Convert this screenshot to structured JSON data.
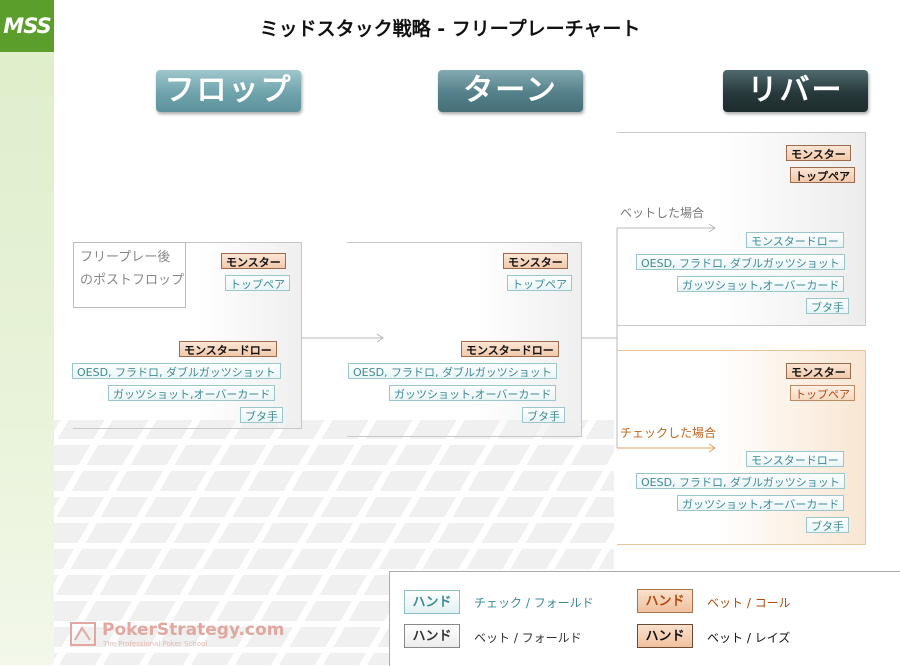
{
  "logo": "MSS",
  "title": "ミッドスタック戦略 - フリープレーチャート",
  "streets": {
    "flop": "フロップ",
    "turn": "ターン",
    "river": "リバー"
  },
  "note": {
    "line1": "フリープレー後",
    "line2": "のポストフロップ"
  },
  "flop": {
    "monster": "モンスター",
    "toppair": "トップペア",
    "monster_draw": "モンスタードロー",
    "oesd": "OESD, フラドロ, ダブルガッツショット",
    "gutshot": "ガッツショット,オーバーカード",
    "trash": "ブタ手"
  },
  "turn": {
    "monster": "モンスター",
    "toppair": "トップペア",
    "monster_draw": "モンスタードロー",
    "oesd": "OESD, フラドロ, ダブルガッツショット",
    "gutshot": "ガッツショット,オーバーカード",
    "trash": "ブタ手"
  },
  "river_bet": {
    "label": "ベットした場合",
    "monster": "モンスター",
    "toppair": "トップペア",
    "monster_draw": "モンスタードロー",
    "oesd": "OESD, フラドロ, ダブルガッツショット",
    "gutshot": "ガッツショット,オーバーカード",
    "trash": "ブタ手"
  },
  "river_check": {
    "label": "チェックした場合",
    "monster": "モンスター",
    "toppair": "トップペア",
    "monster_draw": "モンスタードロー",
    "oesd": "OESD, フラドロ, ダブルガッツショット",
    "gutshot": "ガッツショット,オーバーカード",
    "trash": "ブタ手"
  },
  "legend": {
    "hand": "ハンド",
    "check_fold": "チェック / フォールド",
    "bet_call": "ベット / コール",
    "bet_fold": "ベット / フォールド",
    "bet_raise": "ベット / レイズ"
  },
  "brand": {
    "name": "PokerStrategy.com",
    "tagline": "The Professional Poker School"
  },
  "colors": {
    "check": "#3d8a95",
    "call": "#b24a10",
    "bet": "#111111",
    "checkdivider": "#e6a060"
  }
}
